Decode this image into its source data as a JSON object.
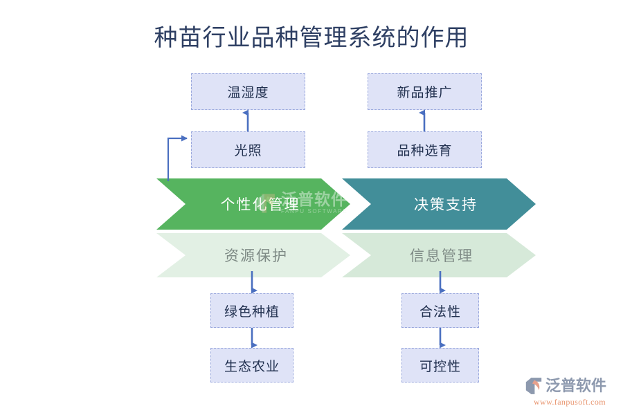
{
  "page": {
    "title": "种苗行业品种管理系统的作用",
    "background": "#ffffff",
    "title_color": "#2e3f63"
  },
  "colors": {
    "chevron_green": "#56b45f",
    "chevron_teal": "#428e99",
    "chevron_pale_left": "#e2f0e4",
    "chevron_pale_right": "#d6e9d9",
    "node_fill": "#dfe3f7",
    "node_border": "#9aa8dd",
    "connector": "#4a6fc0",
    "logo_gray": "#8d99ae",
    "logo_orange": "#e8956f"
  },
  "chevrons": {
    "top_left": {
      "label": "个性化管理"
    },
    "top_right": {
      "label": "决策支持"
    },
    "bottom_left": {
      "label": "资源保护"
    },
    "bottom_right": {
      "label": "信息管理"
    }
  },
  "nodes": {
    "top_left_upper": {
      "label": "温湿度"
    },
    "top_left_lower": {
      "label": "光照"
    },
    "top_right_upper": {
      "label": "新品推广"
    },
    "top_right_lower": {
      "label": "品种选育"
    },
    "bottom_left_upper": {
      "label": "绿色种植"
    },
    "bottom_left_lower": {
      "label": "生态农业"
    },
    "bottom_right_upper": {
      "label": "合法性"
    },
    "bottom_right_lower": {
      "label": "可控性"
    }
  },
  "watermark": {
    "brand_cn": "泛普软件",
    "brand_en": "FANPU SOFTWARE"
  },
  "logo": {
    "brand_cn": "泛普软件",
    "url": "www.fanpusoft.com"
  }
}
